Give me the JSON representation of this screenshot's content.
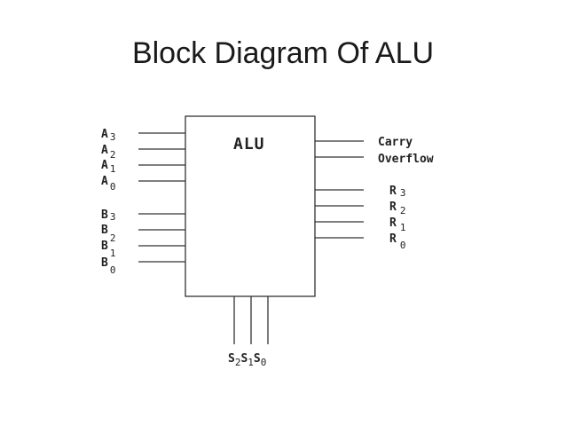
{
  "title": "Block Diagram Of ALU",
  "block_label": "ALU",
  "inputs_a": [
    {
      "letter": "A",
      "sub": "3"
    },
    {
      "letter": "A",
      "sub": "2"
    },
    {
      "letter": "A",
      "sub": "1"
    },
    {
      "letter": "A",
      "sub": "0"
    }
  ],
  "inputs_b": [
    {
      "letter": "B",
      "sub": "3"
    },
    {
      "letter": "B",
      "sub": "2"
    },
    {
      "letter": "B",
      "sub": "1"
    },
    {
      "letter": "B",
      "sub": "0"
    }
  ],
  "flag_outputs": [
    "Carry",
    "Overflow"
  ],
  "result_outputs": [
    {
      "letter": "R",
      "sub": "3"
    },
    {
      "letter": "R",
      "sub": "2"
    },
    {
      "letter": "R",
      "sub": "1"
    },
    {
      "letter": "R",
      "sub": "0"
    }
  ],
  "select_inputs": [
    {
      "letter": "S",
      "sub": "2"
    },
    {
      "letter": "S",
      "sub": "1"
    },
    {
      "letter": "S",
      "sub": "0"
    }
  ],
  "colors": {
    "line": "#333333",
    "text": "#222222",
    "background": "#ffffff"
  }
}
